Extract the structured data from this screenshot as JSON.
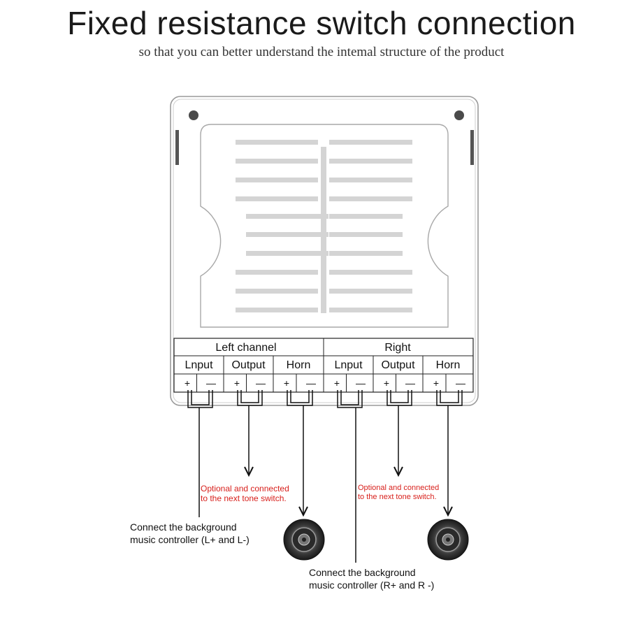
{
  "title": "Fixed resistance switch connection",
  "subtitle": "so that you can better understand the intemal structure of the product",
  "channels": {
    "left": "Left channel",
    "right": "Right"
  },
  "terminals": {
    "left": [
      "Lnput",
      "Output",
      "Horn"
    ],
    "right": [
      "Lnput",
      "Output",
      "Horn"
    ]
  },
  "polarity": {
    "plus": "+",
    "minus": "—"
  },
  "optional_note": {
    "left": [
      "Optional and connected",
      "to the next tone switch."
    ],
    "right": [
      "Optional and connected",
      "to the next tone switch."
    ]
  },
  "controller_note": {
    "left": [
      "Connect the background",
      "music controller (L+ and L-)"
    ],
    "right": [
      "Connect the background",
      "music controller (R+ and R -)"
    ]
  },
  "colors": {
    "annotation_red": "#d8201c",
    "line": "#111111",
    "panel_border": "#9a9a9a",
    "resistor_bar": "#d4d4d4"
  }
}
